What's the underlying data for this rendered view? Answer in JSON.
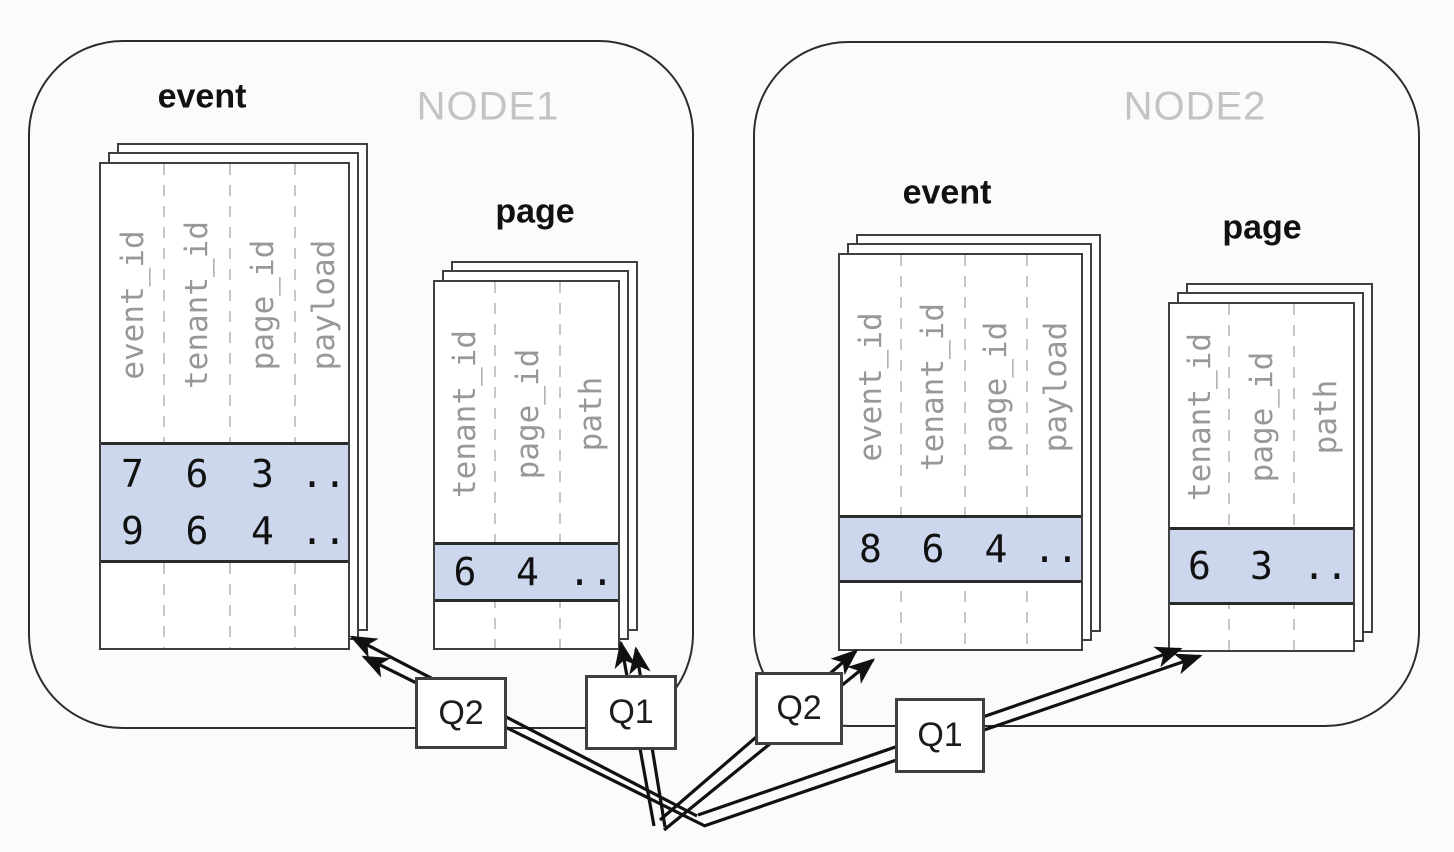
{
  "nodes": [
    {
      "label": "NODE1",
      "tables": [
        {
          "title": "event",
          "columns": [
            "event_id",
            "tenant_id",
            "page_id",
            "payload"
          ],
          "highlighted_rows": [
            [
              "7",
              "6",
              "3",
              ".."
            ],
            [
              "9",
              "6",
              "4",
              ".."
            ]
          ]
        },
        {
          "title": "page",
          "columns": [
            "tenant_id",
            "page_id",
            "path"
          ],
          "highlighted_rows": [
            [
              "6",
              "4",
              ".."
            ]
          ]
        }
      ]
    },
    {
      "label": "NODE2",
      "tables": [
        {
          "title": "event",
          "columns": [
            "event_id",
            "tenant_id",
            "page_id",
            "payload"
          ],
          "highlighted_rows": [
            [
              "8",
              "6",
              "4",
              ".."
            ]
          ]
        },
        {
          "title": "page",
          "columns": [
            "tenant_id",
            "page_id",
            "path"
          ],
          "highlighted_rows": [
            [
              "6",
              "3",
              ".."
            ]
          ]
        }
      ]
    }
  ],
  "queries": [
    {
      "label": "Q2"
    },
    {
      "label": "Q1"
    },
    {
      "label": "Q2"
    },
    {
      "label": "Q1"
    }
  ],
  "colors": {
    "highlight": "#ccd7ee",
    "header_text": "#989898",
    "node_label": "#c3c3c3",
    "table_border": "#3f3f3f",
    "arrow": "#111111",
    "background": "#fbfbfb"
  }
}
